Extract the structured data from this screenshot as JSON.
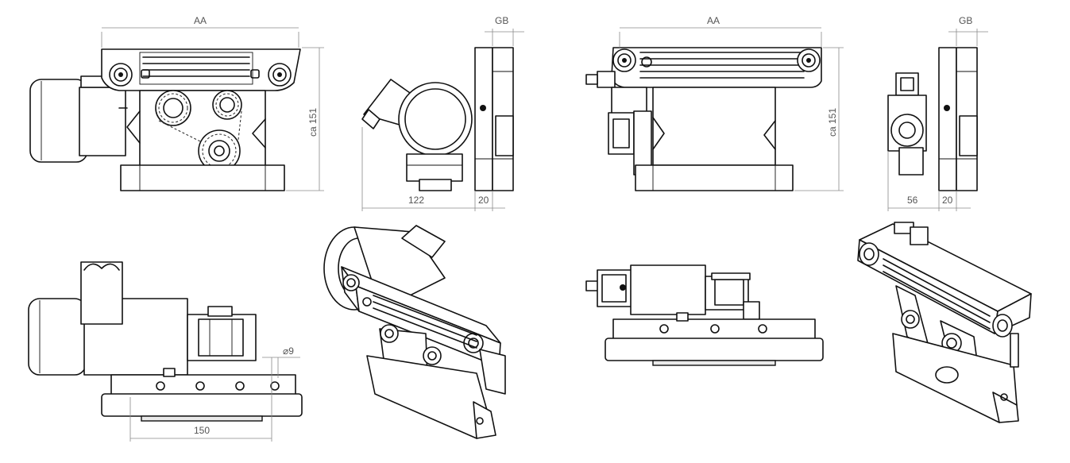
{
  "dimensions": {
    "aa": "AA",
    "gb": "GB",
    "height": "ca 151",
    "depth_motor": "122",
    "depth_pneumatic": "56",
    "plate_thickness": "20",
    "hole_diameter": "⌀9",
    "hole_spacing": "150"
  }
}
